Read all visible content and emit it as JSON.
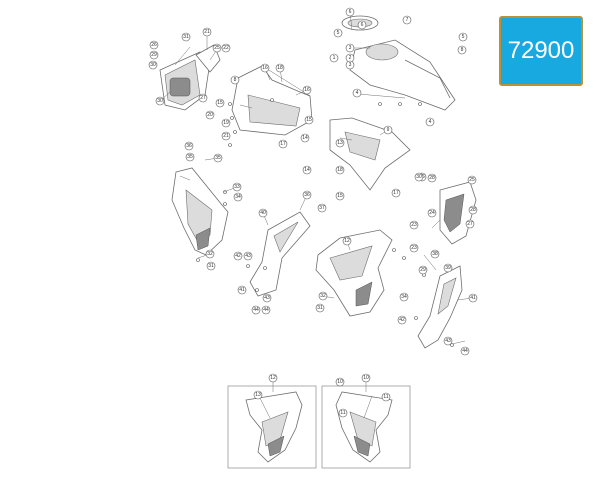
{
  "catalog_number": "72900",
  "colors": {
    "badge_bg": "#19a9e1",
    "badge_border": "#b8913a",
    "line": "#6d6d6d"
  },
  "callouts": [
    "1",
    "2",
    "3",
    "3",
    "4",
    "4",
    "5",
    "5",
    "6",
    "6",
    "7",
    "8",
    "8",
    "9",
    "10",
    "10",
    "11",
    "11",
    "12",
    "12",
    "13",
    "13",
    "14",
    "14",
    "15",
    "15",
    "15",
    "16",
    "16",
    "17",
    "17",
    "18",
    "18",
    "19",
    "20",
    "21",
    "21",
    "22",
    "23",
    "23",
    "24",
    "25",
    "25",
    "26",
    "26",
    "27",
    "27",
    "28",
    "28",
    "29",
    "29",
    "30",
    "30",
    "30",
    "31",
    "31",
    "31",
    "32",
    "32",
    "33",
    "34",
    "34",
    "35",
    "35",
    "36",
    "36",
    "37",
    "38",
    "39",
    "40",
    "41",
    "41",
    "42",
    "42",
    "43",
    "43",
    "43",
    "44",
    "44",
    "44"
  ]
}
